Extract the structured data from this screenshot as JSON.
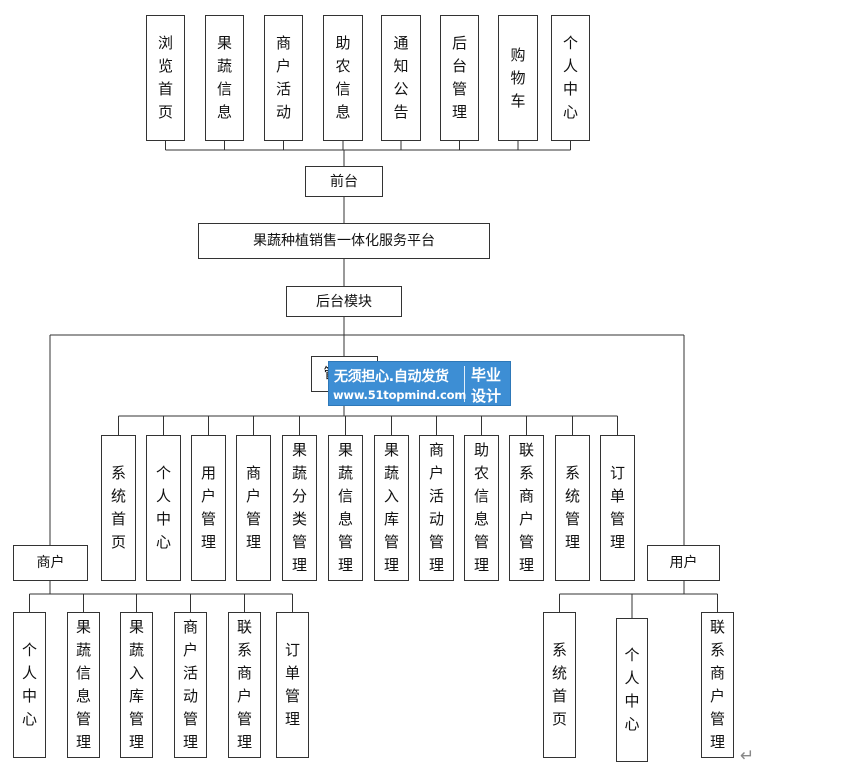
{
  "front": {
    "items": [
      "浏览首页",
      "果蔬信息",
      "商户活动",
      "助农信息",
      "通知公告",
      "后台管理",
      "购物车",
      "个人中心"
    ],
    "label": "前台"
  },
  "platform": {
    "label": "果蔬种植销售一体化服务平台"
  },
  "backend": {
    "label": "后台模块"
  },
  "admin": {
    "label": "管理员",
    "items": [
      "系统首页",
      "个人中心",
      "用户管理",
      "商户管理",
      "果蔬分类管理",
      "果蔬信息管理",
      "果蔬入库管理",
      "商户活动管理",
      "助农信息管理",
      "联系商户管理",
      "系统管理",
      "订单管理"
    ]
  },
  "merchant": {
    "label": "商户",
    "items": [
      "个人中心",
      "果蔬信息管理",
      "果蔬入库管理",
      "商户活动管理",
      "联系商户管理",
      "订单管理"
    ]
  },
  "user": {
    "label": "用户",
    "items": [
      "系统首页",
      "个人中心",
      "联系商户管理"
    ]
  },
  "watermark": {
    "line1": "无须担心.自动发货",
    "line2": "www.51topmind.com",
    "right1": "毕业",
    "right2": "设计"
  },
  "colors": {
    "line": "#333333",
    "watermark_bg": "#3d8ed4",
    "watermark_text": "#ffffff"
  }
}
